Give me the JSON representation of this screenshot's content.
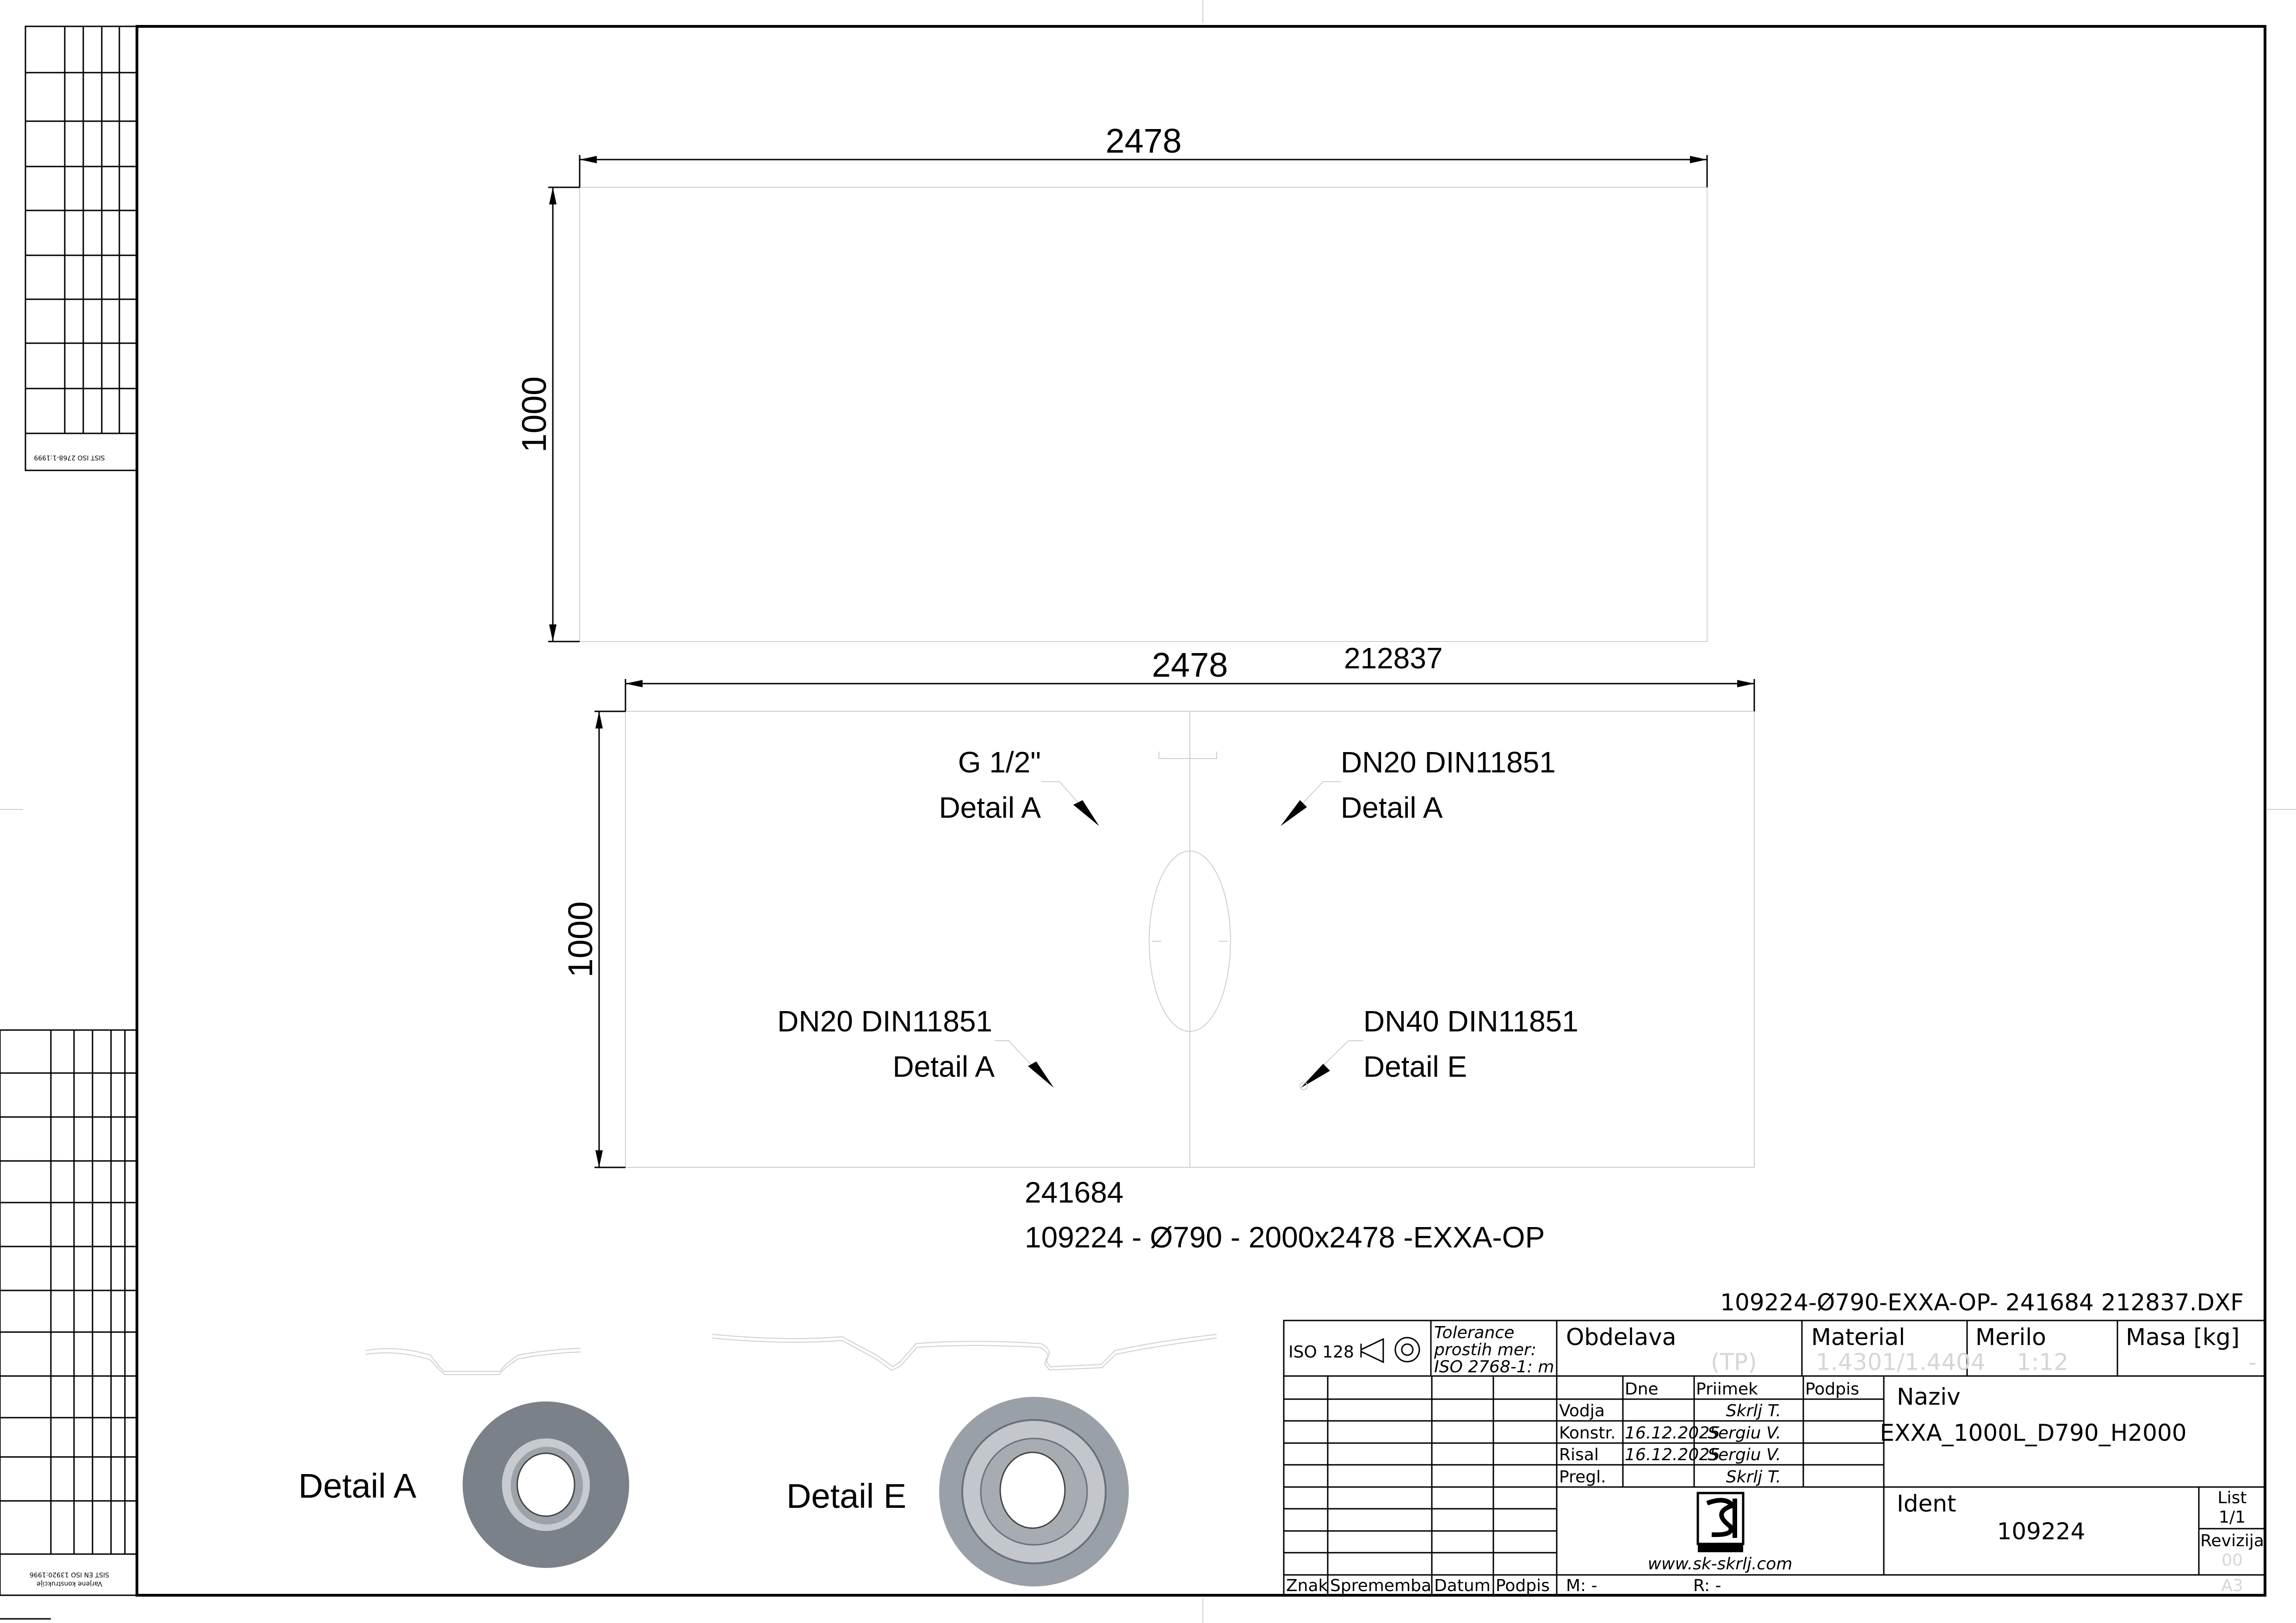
{
  "views": {
    "top": {
      "width_dim": "2478",
      "height_dim": "1000"
    },
    "bottom": {
      "width_dim": "2478",
      "height_dim": "1000",
      "ref_top": "212837",
      "ref_bottom": "241684",
      "part_name": "109224 - Ø790 - 2000x2478 -EXXA-OP",
      "callouts": [
        {
          "line1": "G 1/2\"",
          "line2": "Detail A"
        },
        {
          "line1": "DN20 DIN11851",
          "line2": "Detail A"
        },
        {
          "line1": "DN20 DIN11851",
          "line2": "Detail A"
        },
        {
          "line1": "DN40 DIN11851",
          "line2": "Detail E"
        }
      ]
    }
  },
  "details": {
    "a_label": "Detail  A",
    "e_label": "Detail E"
  },
  "filename": "109224-Ø790-EXXA-OP- 241684 212837.DXF",
  "title_block": {
    "iso": "ISO 128",
    "tolerance_text": [
      "Tolerance",
      "prostih mer:",
      "ISO 2768-1: m"
    ],
    "obdelava": "Obdelava",
    "obdelava_value": "(TP)",
    "material": "Material",
    "material_value": "1.4301/1.4404",
    "merilo": "Merilo",
    "merilo_value": "1:12",
    "masa": "Masa [kg]",
    "masa_value": "-",
    "col_dne": "Dne",
    "col_priimek": "Priimek",
    "col_podpis": "Podpis",
    "rows": [
      {
        "role": "Vodja",
        "date": "",
        "name": "Skrlj T."
      },
      {
        "role": "Konstr.",
        "date": "16.12.2025",
        "name": "Sergiu V."
      },
      {
        "role": "Risal",
        "date": "16.12.2025",
        "name": "Sergiu V."
      },
      {
        "role": "Pregl.",
        "date": "",
        "name": "Skrlj T."
      }
    ],
    "naziv_label": "Naziv",
    "naziv": "EXXA_1000L_D790_H2000",
    "ident_label": "Ident",
    "ident": "109224",
    "list_label": "List",
    "list_value": "1/1",
    "revizija_label": "Revizija",
    "revizija_value": "00",
    "format_value": "A3",
    "website": "www.sk-skrlj.com",
    "bottom_m": "M: -",
    "bottom_r": "R: -",
    "rev_headers": [
      "Znak",
      "Sprememba",
      "Datum",
      "Podpis"
    ]
  },
  "tolerance_tables": {
    "upper_title": "SIST ISO 2768-1:1999",
    "lower_title": "SIST EN ISO 13920:1996",
    "lower_subtitle": "Varjene konstrukcije"
  }
}
